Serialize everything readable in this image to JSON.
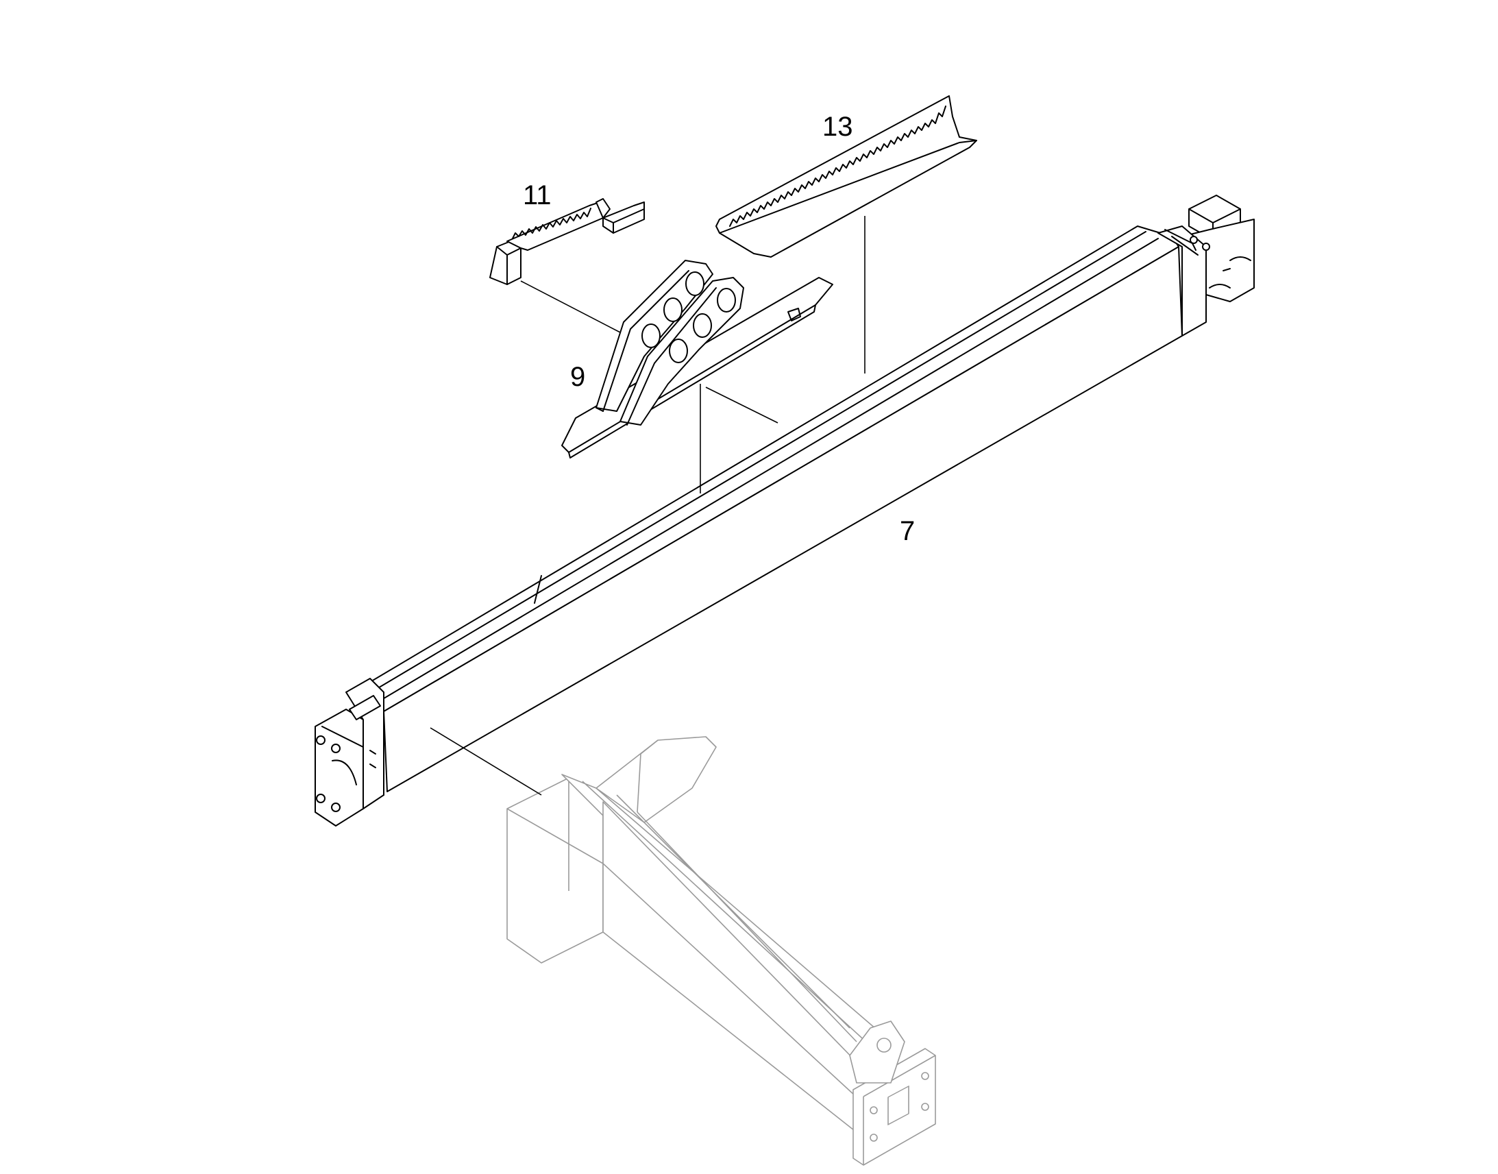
{
  "callouts": {
    "part_7": "7",
    "part_9": "9",
    "part_11": "11",
    "part_13": "13"
  },
  "colors": {
    "line": "#000000",
    "ghost_line": "#9a9a9a",
    "background": "#ffffff"
  }
}
